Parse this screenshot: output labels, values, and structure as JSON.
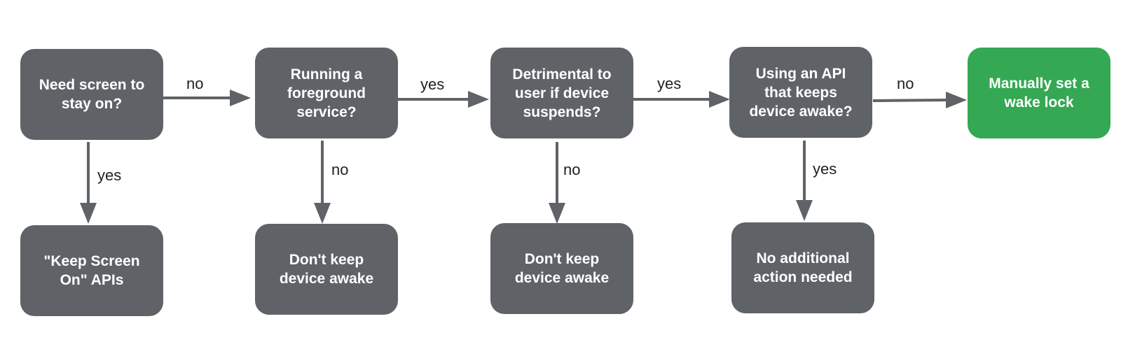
{
  "colors": {
    "node": "#5f6368",
    "final_node": "#34a853",
    "arrow": "#5f6368",
    "text": "#ffffff",
    "label": "#202124"
  },
  "nodes": {
    "q1": "Need screen to\nstay on?",
    "q2": "Running a\nforeground\nservice?",
    "q3": "Detrimental to\nuser if device\nsuspends?",
    "q4": "Using an API\nthat keeps\ndevice awake?",
    "final": "Manually set a\nwake lock",
    "r1": "\"Keep Screen\nOn\" APIs",
    "r2": "Don't keep\ndevice awake",
    "r3": "Don't keep\ndevice awake",
    "r4": "No additional\naction needed"
  },
  "edges": {
    "q1_q2": "no",
    "q2_q3": "yes",
    "q3_q4": "yes",
    "q4_final": "no",
    "q1_r1": "yes",
    "q2_r2": "no",
    "q3_r3": "no",
    "q4_r4": "yes"
  }
}
